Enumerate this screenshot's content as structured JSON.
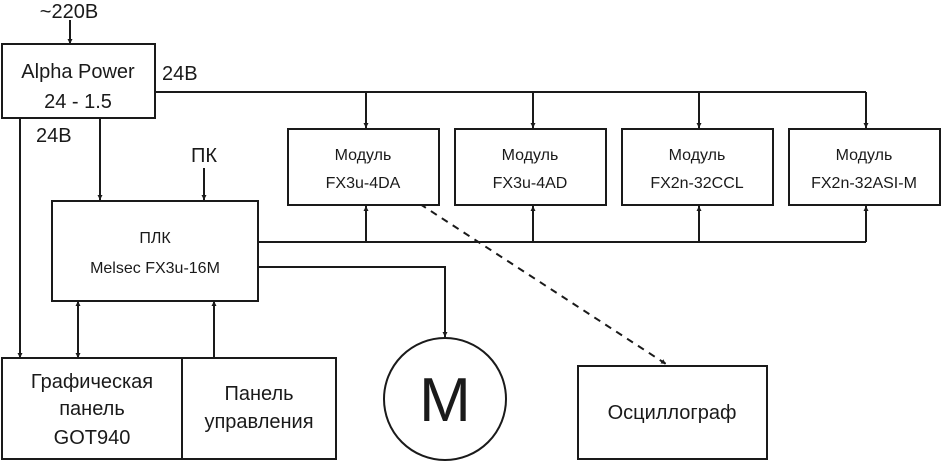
{
  "power_input": {
    "label": "~220В"
  },
  "power_supply": {
    "line1": "Alpha Power",
    "line2": "24 - 1.5"
  },
  "voltage_labels": {
    "right": "24В",
    "down": "24В"
  },
  "pc": {
    "label": "ПК"
  },
  "plc": {
    "line1": "ПЛК",
    "line2": "Melsec FX3u-16M"
  },
  "modules": [
    {
      "line1": "Модуль",
      "line2": "FX3u-4DA"
    },
    {
      "line1": "Модуль",
      "line2": "FX3u-4AD"
    },
    {
      "line1": "Модуль",
      "line2": "FX2n-32CCL"
    },
    {
      "line1": "Модуль",
      "line2": "FX2n-32ASI-M"
    }
  ],
  "graphic_panel": {
    "line1": "Графическая",
    "line2": "панель",
    "line3": "GOT940"
  },
  "control_panel": {
    "line1": "Панель",
    "line2": "управления"
  },
  "motor": {
    "label": "M"
  },
  "oscilloscope": {
    "label": "Осциллограф"
  }
}
